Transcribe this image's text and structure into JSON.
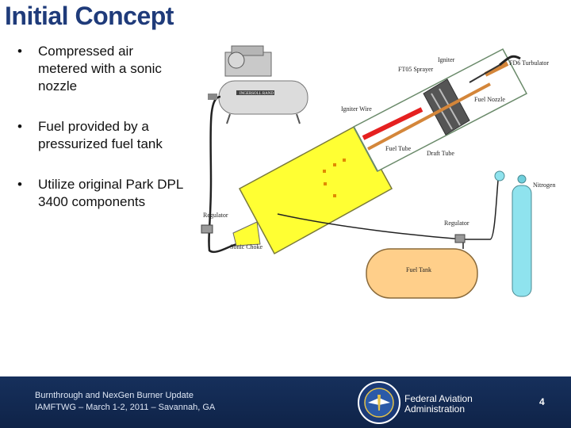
{
  "title": "Initial Concept",
  "bullets": [
    "Compressed air metered with a sonic nozzle",
    "Fuel provided by a pressurized fuel tank",
    "Utilize original Park DPL 3400 components"
  ],
  "bullet_glyph": "•",
  "diagram": {
    "labels": {
      "igniter": "Igniter",
      "sprayer": "FT05 Sprayer",
      "turbulator": "FD6 Turbulator",
      "fuel_nozzle": "Fuel Nozzle",
      "igniter_wire": "Igniter Wire",
      "fuel_tube": "Fuel Tube",
      "draft_tube": "Draft Tube",
      "nitrogen": "Nitrogen",
      "regulator_left": "Regulator",
      "regulator_right": "Regulator",
      "sonic_choke": "Sonic Choke",
      "fuel_tank": "Fuel Tank",
      "compressor_brand": "INGERSOLL RAND"
    },
    "colors": {
      "yellow_tube": "#ffff33",
      "fuel_tank": "#ffcf8a",
      "nitrogen_cylinder": "#8fe3ee",
      "fuel_tube": "#d4863a",
      "igniter_wire": "#e52020"
    }
  },
  "footer": {
    "line1": "Burnthrough and NexGen Burner Update",
    "line2": "IAMFTWG – March 1-2, 2011 – Savannah, GA",
    "agency_line1": "Federal Aviation",
    "agency_line2": "Administration",
    "page_number": "4",
    "background": "#16305c"
  }
}
